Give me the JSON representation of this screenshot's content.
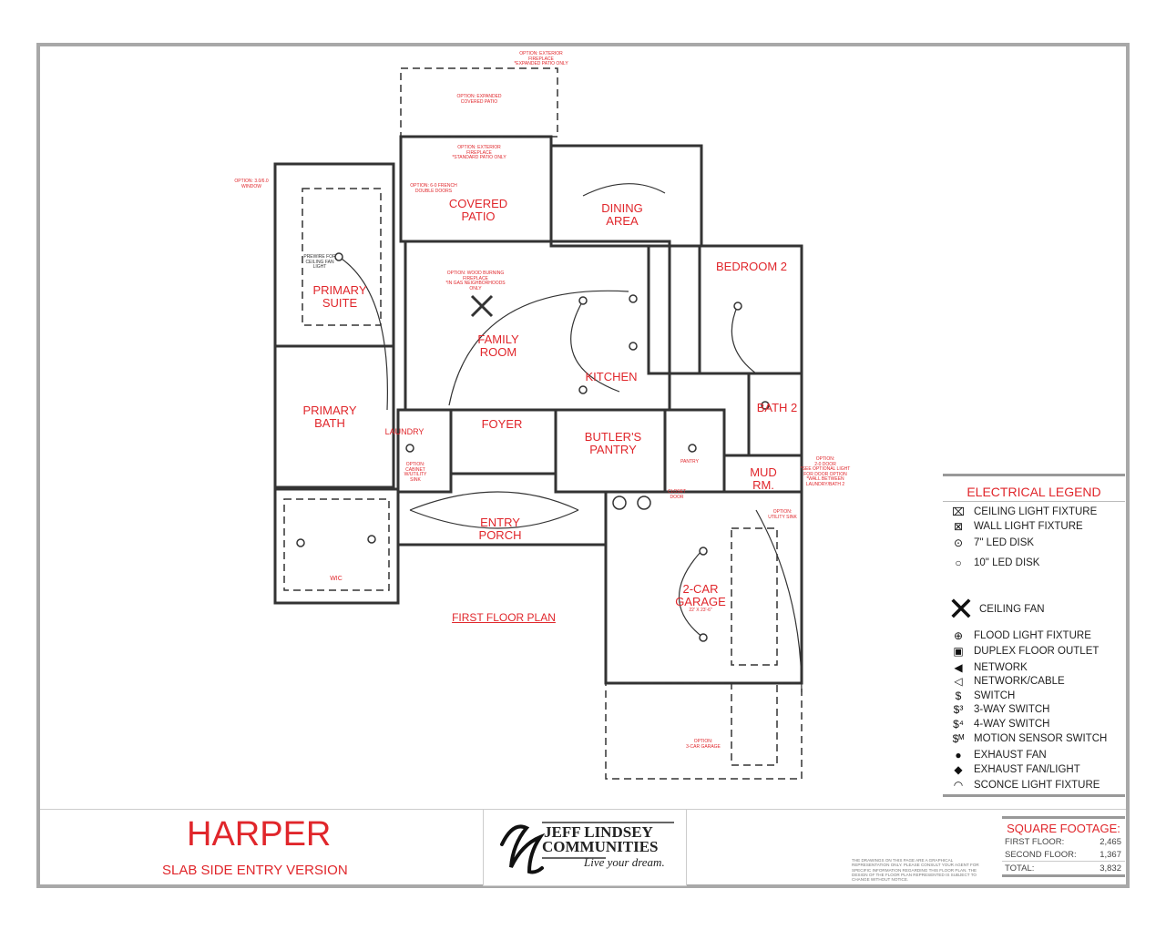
{
  "plan": {
    "title": "FIRST FLOOR PLAN",
    "rooms": {
      "primary_suite": "PRIMARY\nSUITE",
      "primary_bath": "PRIMARY\nBATH",
      "wic": "WIC",
      "covered_patio": "COVERED\nPATIO",
      "dining_area": "DINING\nAREA",
      "family_room": "FAMILY\nROOM",
      "kitchen": "KITCHEN",
      "bedroom_2": "BEDROOM 2",
      "bath_2": "BATH 2",
      "laundry": "LAUNDRY",
      "foyer": "FOYER",
      "butlers_pantry": "BUTLER'S\nPANTRY",
      "mud_rm": "MUD\nRM.",
      "entry_porch": "ENTRY\nPORCH",
      "garage": "2-CAR\nGARAGE",
      "garage_dims": "22' X 23'-6\""
    },
    "notes": {
      "ext_fireplace_expanded": "OPTION: EXTERIOR\nFIREPLACE\n*EXPANDED PATIO ONLY",
      "expanded_patio": "OPTION: EXPANDED\nCOVERED PATIO",
      "ext_fireplace_standard": "OPTION: EXTERIOR\nFIREPLACE\n*STANDARD PATIO ONLY",
      "window": "OPTION: 3.0/6.0\nWINDOW",
      "french_doors": "OPTION: 6-0 FRENCH\nDOUBLE DOORS",
      "fan_light": "PREWIRE FOR\nCEILING FAN\nLIGHT",
      "wood_fireplace": "OPTION: WOOD BURNING\nFIREPLACE\n*IN GAS NEIGHBORHOODS\nONLY",
      "cabinet_sink": "OPTION:\nCABINET\nW/UTILITY\nSINK",
      "closet_door": "CLOSET\nDOOR",
      "pantry": "PANTRY",
      "utility_sink": "OPTION:\nUTILITY SINK",
      "mud_door": "OPTION:\n2-0 DOOR\n*SEE OPTIONAL LIGHT\nFOR DOOR OPTION\n*WALL BETWEEN\nLAUNDRY/BATH 2",
      "garage_option": "OPTION:\n3-CAR GARAGE"
    }
  },
  "legend": {
    "title": "ELECTRICAL LEGEND",
    "items": [
      {
        "icon": "ceiling-light-icon",
        "glyph": "⌧",
        "label": "CEILING LIGHT FIXTURE"
      },
      {
        "icon": "wall-light-icon",
        "glyph": "⊠",
        "label": "WALL LIGHT FIXTURE"
      },
      {
        "icon": "led-disk-7-icon",
        "glyph": "⊙",
        "label": "7\" LED DISK"
      },
      {
        "icon": "led-disk-10-icon",
        "glyph": "○",
        "label": "10\" LED DISK"
      },
      {
        "icon": "ceiling-fan-icon",
        "glyph": "✕",
        "label": "CEILING FAN"
      },
      {
        "icon": "flood-light-icon",
        "glyph": "⊕",
        "label": "FLOOD LIGHT FIXTURE"
      },
      {
        "icon": "floor-outlet-icon",
        "glyph": "▣",
        "label": "DUPLEX FLOOR OUTLET"
      },
      {
        "icon": "network-icon",
        "glyph": "◀",
        "label": "NETWORK"
      },
      {
        "icon": "network-cable-icon",
        "glyph": "◁",
        "label": "NETWORK/CABLE"
      },
      {
        "icon": "switch-icon",
        "glyph": "$",
        "label": "SWITCH"
      },
      {
        "icon": "three-way-switch-icon",
        "glyph": "$³",
        "label": "3-WAY SWITCH"
      },
      {
        "icon": "four-way-switch-icon",
        "glyph": "$⁴",
        "label": "4-WAY SWITCH"
      },
      {
        "icon": "motion-switch-icon",
        "glyph": "$ᴹ",
        "label": "MOTION SENSOR SWITCH"
      },
      {
        "icon": "exhaust-fan-icon",
        "glyph": "●",
        "label": "EXHAUST FAN"
      },
      {
        "icon": "exhaust-fan-light-icon",
        "glyph": "◆",
        "label": "EXHAUST FAN/LIGHT"
      },
      {
        "icon": "sconce-icon",
        "glyph": "◠",
        "label": "SCONCE LIGHT FIXTURE"
      }
    ]
  },
  "title_block": {
    "plan_name": "HARPER",
    "version": "SLAB SIDE ENTRY VERSION",
    "logo": {
      "line1": "JEFF LINDSEY",
      "line2": "COMMUNITIES",
      "tagline": "Live your dream."
    },
    "disclaimer": "THE DRAWINGS ON THIS PAGE ARE A GRAPHICAL REPRESENTATION ONLY. PLEASE CONSULT YOUR AGENT FOR SPECIFIC INFORMATION REGARDING THIS FLOOR PLAN. THE DESIGN OF THE FLOOR PLAN REPRESENTED IS SUBJECT TO CHANGE WITHOUT NOTICE.",
    "square_footage": {
      "title": "SQUARE FOOTAGE:",
      "rows": [
        {
          "label": "FIRST FLOOR:",
          "value": "2,465"
        },
        {
          "label": "SECOND FLOOR:",
          "value": "1,367"
        },
        {
          "label": "TOTAL:",
          "value": "3,832"
        }
      ]
    }
  },
  "colors": {
    "accent": "#e0262b",
    "walls": "#333333",
    "frame": "#a8a8a8"
  }
}
